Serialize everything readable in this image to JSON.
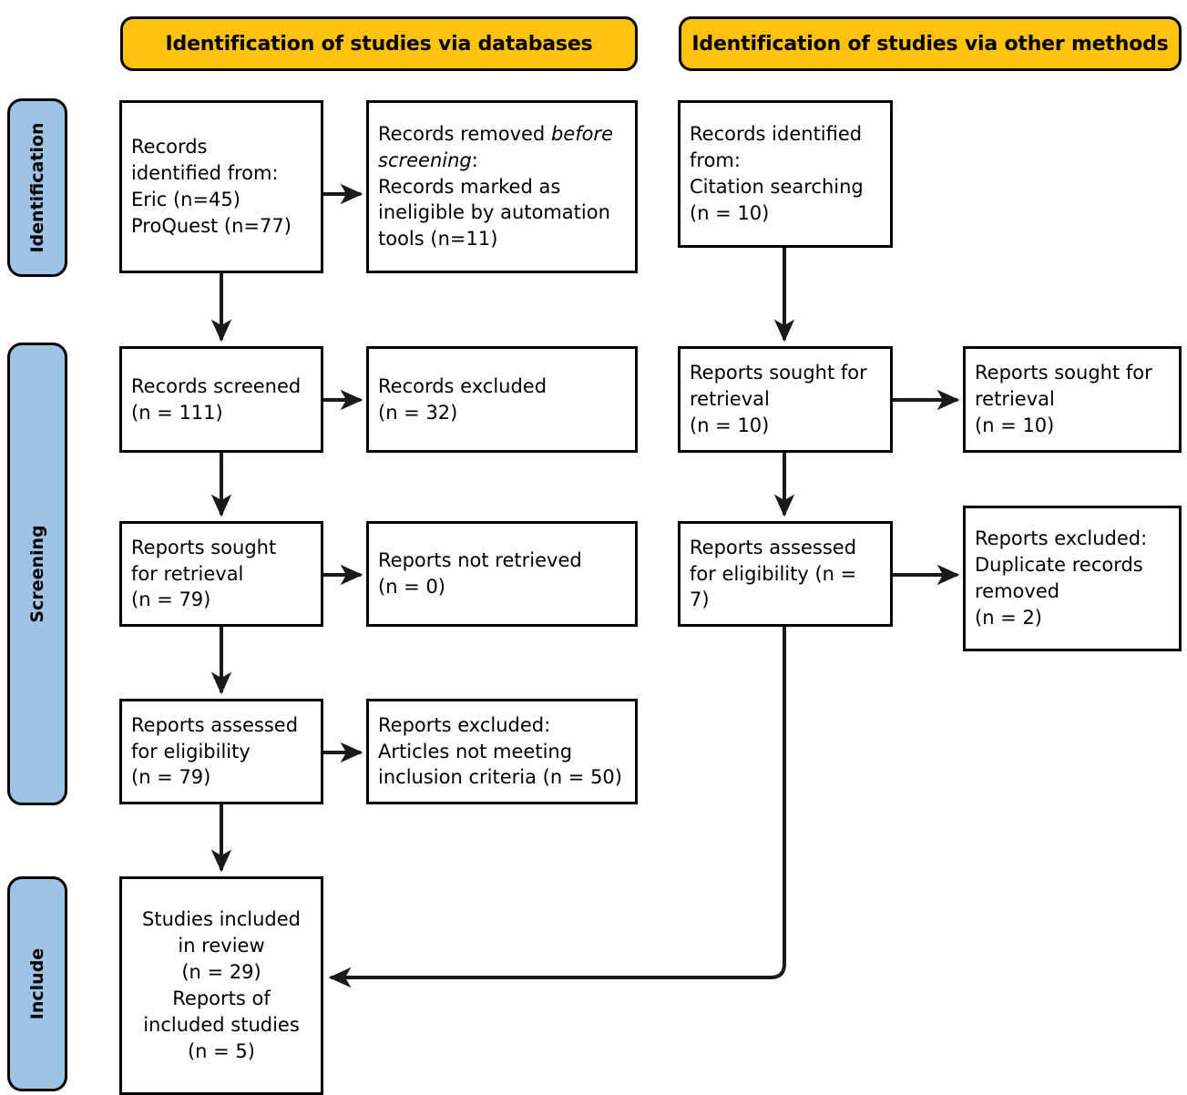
{
  "diagram": {
    "title": "PRISMA 2020 flow diagram",
    "colors": {
      "header_orange": "#FFC20E",
      "stage_blue": "#9DC3E6",
      "border_black": "#000000",
      "background": "#FFFFFF"
    }
  },
  "headers": {
    "databases": "Identification of studies via databases",
    "other_methods": "Identification of studies via other methods"
  },
  "stages": {
    "identification": "Identification",
    "screening": "Screening",
    "include": "Include"
  },
  "database_column": {
    "records_identified": {
      "line1": "Records",
      "line2": "identified from:",
      "line3": "Eric (n=45)",
      "line4": "ProQuest (n=77)"
    },
    "records_removed": {
      "line1_pre": "Records removed ",
      "line1_em": "before",
      "line2_em": "screening",
      "line2_post": ":",
      "line3": "Records marked as",
      "line4": "ineligible by automation",
      "line5": "tools (n=11)"
    },
    "records_screened": {
      "line1": "Records screened",
      "line2": "(n = 111)"
    },
    "records_excluded": {
      "line1": "Records excluded",
      "line2": "(n = 32)"
    },
    "reports_sought": {
      "line1": "Reports sought",
      "line2": "for retrieval",
      "line3": "(n = 79)"
    },
    "reports_not_retrieved": {
      "line1": "Reports not retrieved",
      "line2": "(n = 0)"
    },
    "reports_assessed": {
      "line1": "Reports assessed",
      "line2": "for eligibility",
      "line3": "(n = 79)"
    },
    "reports_excluded": {
      "line1": "Reports excluded:",
      "line2": "Articles not meeting",
      "line3": "inclusion criteria (n = 50)"
    },
    "studies_included": {
      "line1": "Studies included",
      "line2": "in review",
      "line3": "(n = 29)",
      "line4": "Reports of",
      "line5": "included studies",
      "line6": "(n = 5)"
    }
  },
  "other_methods_column": {
    "records_identified": {
      "line1": "Records identified",
      "line2": "from:",
      "line3": "Citation searching",
      "line4": "(n = 10)"
    },
    "reports_sought": {
      "line1": "Reports sought for",
      "line2": "retrieval",
      "line3": "(n = 10)"
    },
    "reports_sought_2": {
      "line1": "Reports sought for",
      "line2": "retrieval",
      "line3": "(n = 10)"
    },
    "reports_assessed": {
      "line1": "Reports assessed",
      "line2": "for eligibility (n = 7)"
    },
    "reports_excluded": {
      "line1": "Reports excluded:",
      "line2": "Duplicate records",
      "line3": "removed",
      "line4": "(n = 2)"
    }
  },
  "counts": {
    "eric": 45,
    "proquest": 77,
    "removed_automation": 11,
    "records_screened": 111,
    "records_excluded": 32,
    "reports_sought_db": 79,
    "reports_not_retrieved": 0,
    "reports_assessed_db": 79,
    "reports_excluded_db": 50,
    "studies_included": 29,
    "reports_of_included": 5,
    "citation_searching": 10,
    "reports_sought_other": 10,
    "reports_sought_other_2": 10,
    "reports_assessed_other": 7,
    "duplicates_removed": 2
  }
}
